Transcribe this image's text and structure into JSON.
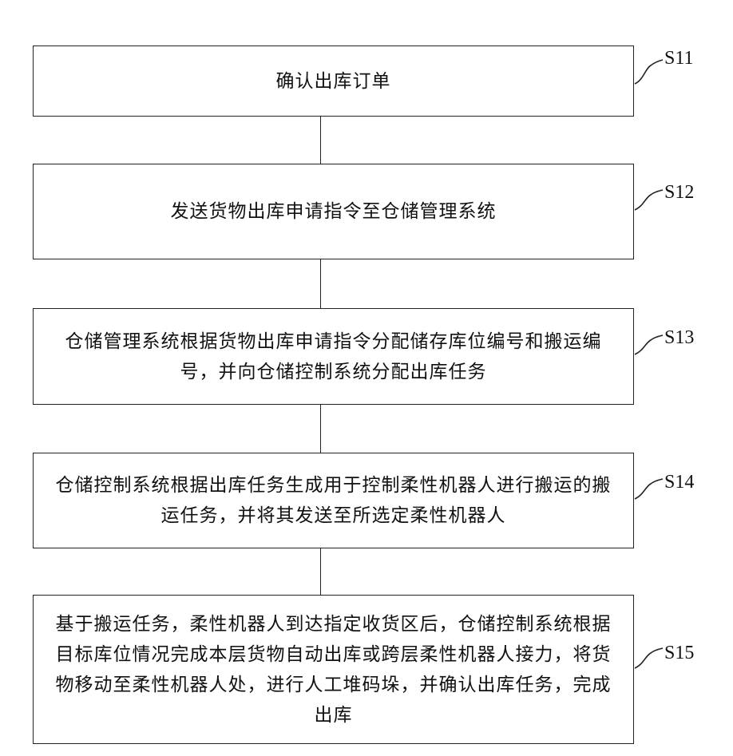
{
  "steps": [
    {
      "id": "S11",
      "text": "确认出库订单"
    },
    {
      "id": "S12",
      "text": "发送货物出库申请指令至仓储管理系统"
    },
    {
      "id": "S13",
      "text": "仓储管理系统根据货物出库申请指令分配储存库位编号和搬运编号，并向仓储控制系统分配出库任务"
    },
    {
      "id": "S14",
      "text": "仓储控制系统根据出库任务生成用于控制柔性机器人进行搬运的搬运任务，并将其发送至所选定柔性机器人"
    },
    {
      "id": "S15",
      "text": "基于搬运任务，柔性机器人到达指定收货区后，仓储控制系统根据目标库位情况完成本层货物自动出库或跨层柔性机器人接力，将货物移动至柔性机器人处，进行人工堆码垛，并确认出库任务，完成出库"
    }
  ]
}
